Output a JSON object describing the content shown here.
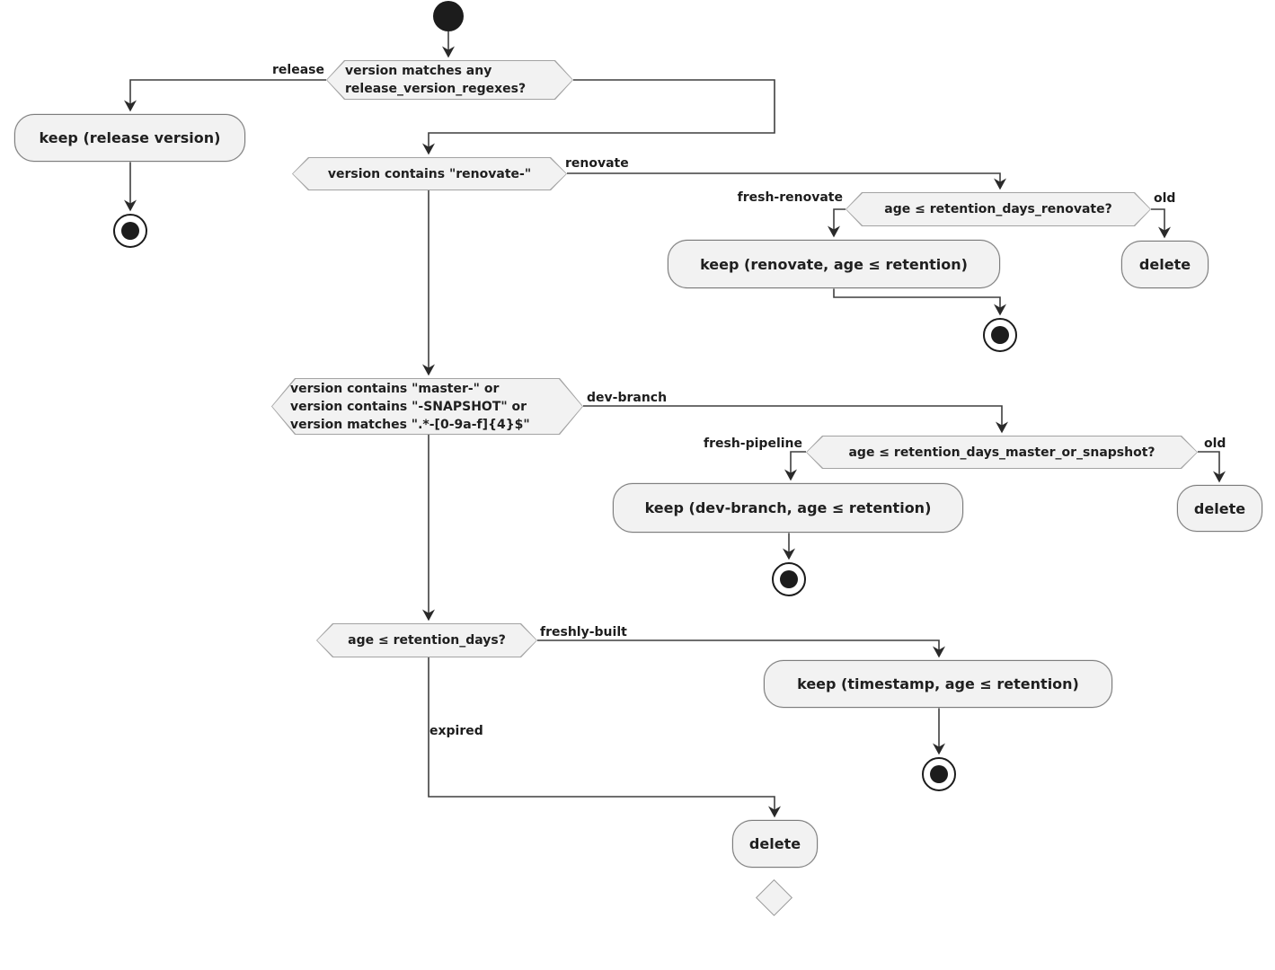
{
  "flowchart": {
    "type": "activity-diagram",
    "decisions": {
      "release_check": "version matches any\nrelease_version_regexes?",
      "renovate_check": "version contains \"renovate-\"",
      "renovate_age_check": "age ≤ retention_days_renovate?",
      "master_snapshot_check": "version contains \"master-\" or\nversion contains \"-SNAPSHOT\" or\nversion matches \".*-[0-9a-f]{4}$\"",
      "master_snapshot_age_check": "age ≤ retention_days_master_or_snapshot?",
      "age_check": "age ≤ retention_days?"
    },
    "activities": {
      "keep_release": "keep (release version)",
      "keep_renovate": "keep (renovate, age ≤ retention)",
      "delete_renovate_old": "delete",
      "keep_dev_branch": "keep (dev-branch, age ≤ retention)",
      "delete_master_old": "delete",
      "keep_timestamp": "keep (timestamp, age ≤ retention)",
      "delete_expired": "delete"
    },
    "edge_labels": {
      "release": "release",
      "renovate": "renovate",
      "fresh_renovate": "fresh-renovate",
      "old_renovate": "old",
      "dev_branch": "dev-branch",
      "fresh_pipeline": "fresh-pipeline",
      "old_master": "old",
      "freshly_built": "freshly-built",
      "expired": "expired"
    },
    "colors": {
      "background": "#ffffff",
      "node_fill": "#f2f2f2",
      "activity_border": "#7d7d7d",
      "decision_border": "#a3a3a3",
      "edge_line": "#3f3f3f",
      "text": "#1f1f1f",
      "terminal": "#1c1c1c"
    }
  }
}
